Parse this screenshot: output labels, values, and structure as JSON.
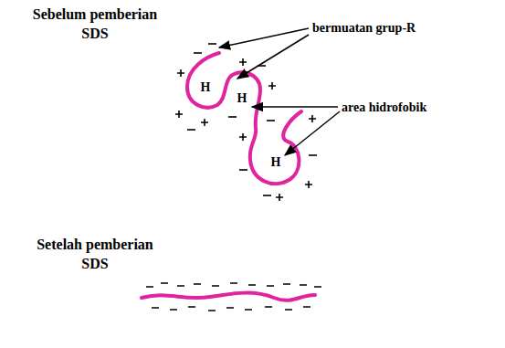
{
  "diagram": {
    "labels": [
      "Sebelum pemberian SDS",
      "bermuatan grup-R",
      "area hidrofobik",
      "H",
      "H",
      "H",
      "Setelah pemberian SDS"
    ]
  }
}
